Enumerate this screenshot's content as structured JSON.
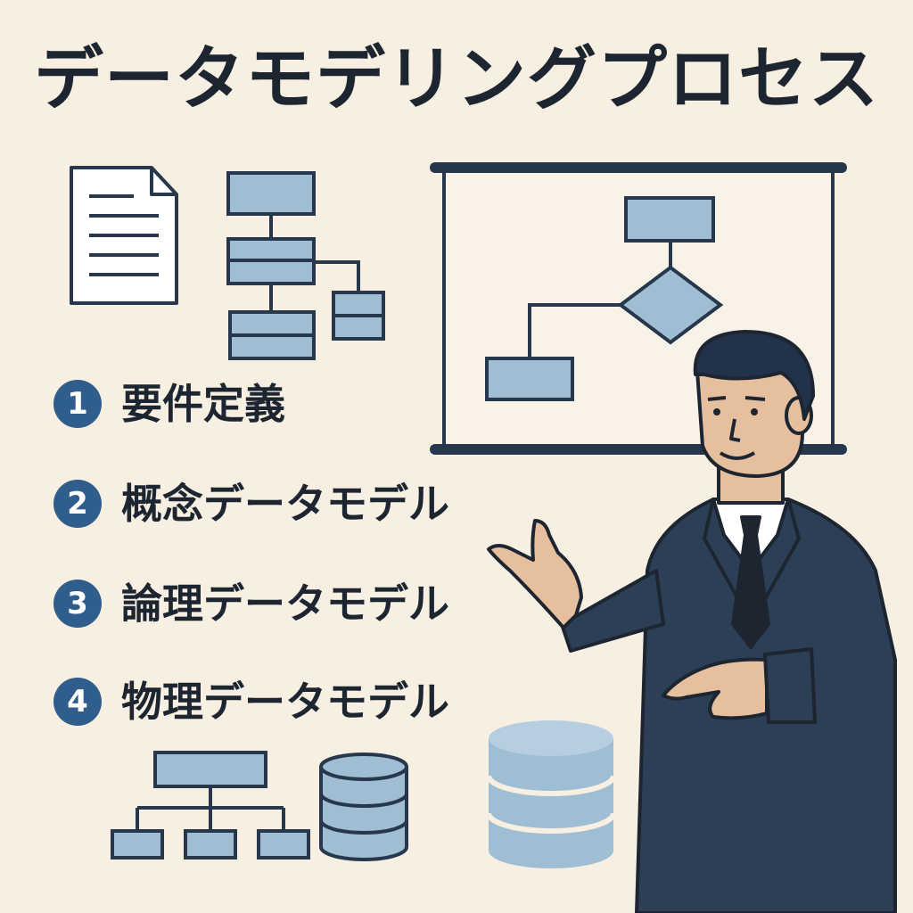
{
  "title": "データモデリングプロセス",
  "steps": [
    {
      "number": "1",
      "label": "要件定義"
    },
    {
      "number": "2",
      "label": "概念データモデル"
    },
    {
      "number": "3",
      "label": "論理データモデル"
    },
    {
      "number": "4",
      "label": "物理データモデル"
    }
  ],
  "colors": {
    "background": "#f7efe2",
    "outline": "#27384d",
    "box_fill": "#9fbdd3",
    "accent": "#2f5d8c",
    "suit": "#2c3f57",
    "skin": "#e6bf9f"
  },
  "icons": [
    "document-icon",
    "hierarchy-diagram-icon",
    "presentation-board-icon",
    "flowchart-icon",
    "tree-diagram-icon",
    "database-icon",
    "presenter-illustration"
  ]
}
